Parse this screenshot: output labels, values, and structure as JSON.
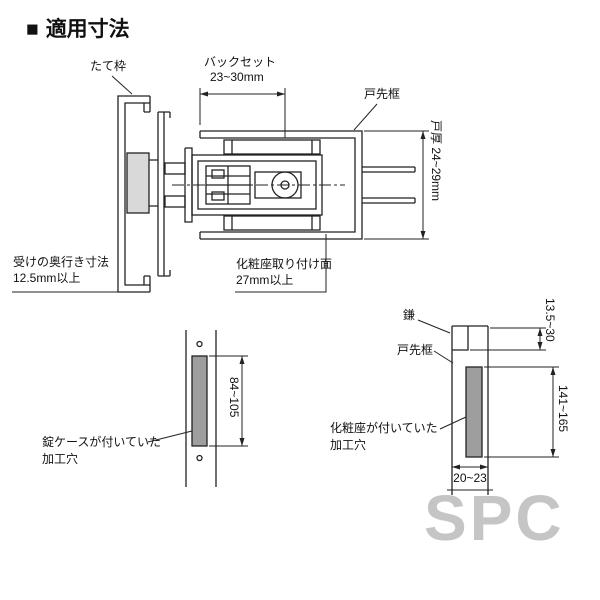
{
  "page": {
    "title_marker": "■",
    "title": "適用寸法",
    "watermark": "SPC"
  },
  "colors": {
    "line": "#222222",
    "plate_fill": "#9e9e9e",
    "receiver_fill": "#d9d9d9",
    "watermark": "#c5c5c5"
  },
  "top_view": {
    "frame_label": "たて枠",
    "backset_label": "バックセット",
    "backset_value": "23~30mm",
    "stile_label": "戸先框",
    "door_thickness_label": "戸厚 24~29mm",
    "receiver_depth_label": "受けの奥行き寸法",
    "receiver_depth_value": "12.5mm以上",
    "mount_face_label": "化粧座取り付け面",
    "mount_face_value": "27mm以上"
  },
  "left_hole_view": {
    "height_dim": "84~105",
    "caption_line1": "錠ケースが付いていた",
    "caption_line2": "加工穴"
  },
  "right_hole_view": {
    "hook_label": "鎌",
    "stile_label": "戸先框",
    "top_dim": "13.5~30",
    "height_dim": "141~165",
    "caption_line1": "化粧座が付いていた",
    "caption_line2": "加工穴",
    "width_dim": "20~23"
  }
}
